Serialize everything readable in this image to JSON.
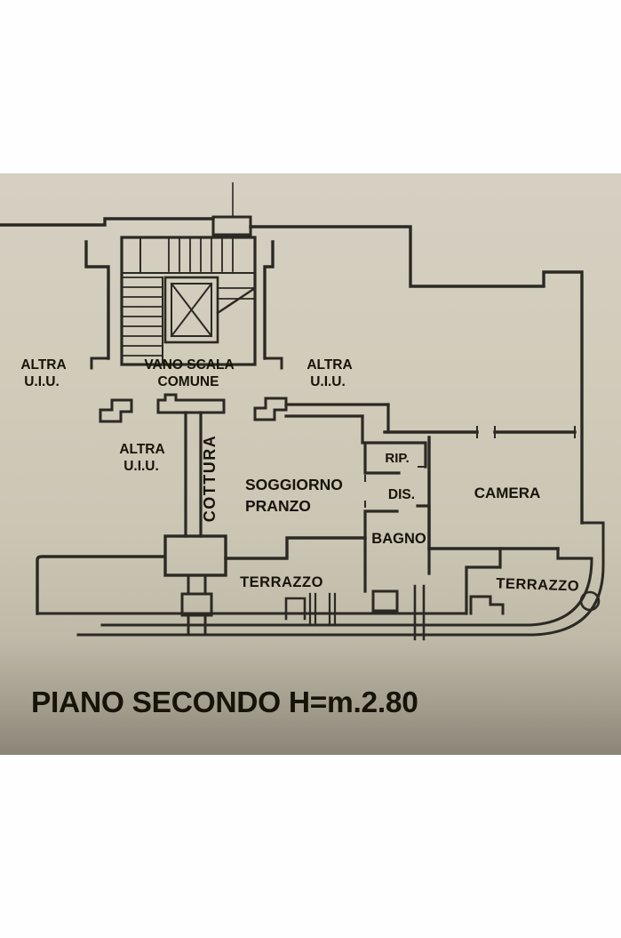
{
  "photo": {
    "background": "#fefefe",
    "paper_color_top": "#dad4c6",
    "paper_color_mid": "#d3cdbb",
    "paper_color_low": "#b5af9e",
    "paper_color_bottom": "#8b8678",
    "ink_color": "#2b2923",
    "text_color": "#161309"
  },
  "floor_plan": {
    "labels": {
      "altra_uiu_top_left": {
        "line1": "ALTRA",
        "line2": "U.I.U."
      },
      "vano_scala_comune": {
        "line1": "VANO SCALA",
        "line2": "COMUNE"
      },
      "altra_uiu_top_right": {
        "line1": "ALTRA",
        "line2": "U.I.U."
      },
      "altra_uiu_mid_left": {
        "line1": "ALTRA",
        "line2": "U.I.U."
      },
      "cottura": "COTTURA",
      "soggiorno_pranzo": {
        "line1": "SOGGIORNO",
        "line2": "PRANZO"
      },
      "rip": "RIP.",
      "dis": "DIS.",
      "bagno": "BAGNO",
      "camera": "CAMERA",
      "terrazzo_left": "TERRAZZO",
      "terrazzo_right": "TERRAZZO"
    },
    "caption": "PIANO SECONDO H=m.2.80"
  }
}
